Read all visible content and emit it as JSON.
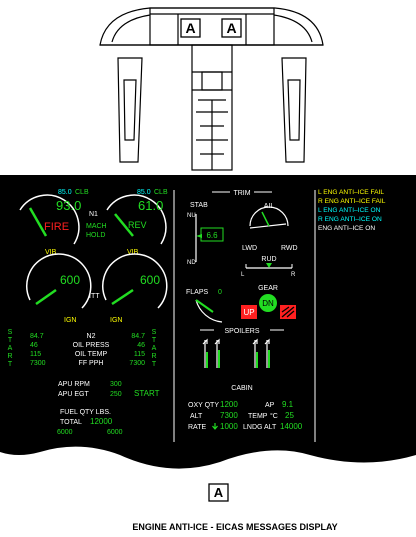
{
  "overhead": {
    "callout_left": "A",
    "callout_right": "A"
  },
  "eicas": {
    "n1": {
      "left": {
        "limit": "85.0",
        "mode": "CLB",
        "value": "93.0",
        "fire": "FIRE",
        "vib": "VIB"
      },
      "right": {
        "limit": "85.0",
        "mode": "CLB",
        "value": "61.0",
        "rev": "REV",
        "vib": "VIB"
      },
      "label": "N1",
      "mach_hold_1": "MACH",
      "mach_hold_2": "HOLD"
    },
    "itt": {
      "left": {
        "value": "600",
        "ign": "IGN"
      },
      "right": {
        "value": "600",
        "ign": "IGN"
      },
      "label": "ITT"
    },
    "start_left": [
      "S",
      "T",
      "A",
      "R",
      "T"
    ],
    "start_right": [
      "S",
      "T",
      "A",
      "R",
      "T"
    ],
    "engine_params": {
      "label_n2": "N2",
      "label_oil_press": "OIL PRESS",
      "label_oil_temp": "OIL TEMP",
      "label_ff": "FF PPH",
      "left": [
        "84.7",
        "46",
        "115",
        "7300"
      ],
      "right": [
        "84.7",
        "46",
        "115",
        "7300"
      ]
    },
    "apu": {
      "rpm_label": "APU RPM",
      "rpm_value": "300",
      "egt_label": "APU EGT",
      "egt_value": "250",
      "status": "START"
    },
    "fuel": {
      "label": "FUEL QTY LBS.",
      "total_label": "TOTAL",
      "total": "12000",
      "left": "6000",
      "right": "6000"
    },
    "trim": {
      "title": "TRIM",
      "stab": "STAB",
      "nu": "NU",
      "nd": "ND",
      "stab_value": "6.6",
      "ail": "AIL",
      "lwd": "LWD",
      "rwd": "RWD",
      "rud": "RUD",
      "l": "L",
      "r": "R"
    },
    "flaps": {
      "label": "FLAPS",
      "value": "0"
    },
    "gear": {
      "label": "GEAR",
      "state": "DN",
      "up": "UP"
    },
    "spoilers": {
      "label": "SPOILERS"
    },
    "cabin": {
      "label": "CABIN",
      "oxy_label": "OXY  QTY",
      "oxy_value": "1200",
      "ap_label": "AP",
      "ap_value": "9.1",
      "alt_label": "ALT",
      "alt_value": "7300",
      "temp_label": "TEMP",
      "temp_unit": "°C",
      "temp_value": "25",
      "rate_label": "RATE",
      "rate_value": "1000",
      "lndg_label": "LNDG  ALT",
      "lndg_value": "14000"
    },
    "messages": [
      {
        "text": "L ENG ANTI–ICE FAIL",
        "color": "#ffff00"
      },
      {
        "text": "R ENG ANTI–ICE FAIL",
        "color": "#ffff00"
      },
      {
        "text": "L ENG ANTI–ICE ON",
        "color": "#00ffff"
      },
      {
        "text": "R ENG ANTI–ICE ON",
        "color": "#00ffff"
      },
      {
        "text": "ENG ANTI–ICE ON",
        "color": "#ffffff"
      }
    ],
    "colors": {
      "green": "#22dd22",
      "cyan": "#00ffff",
      "yellow": "#ffff00",
      "red": "#ff2020",
      "white": "#ffffff",
      "background": "#000000"
    }
  },
  "footer": {
    "callout": "A",
    "caption": "ENGINE ANTI-ICE - EICAS MESSAGES DISPLAY"
  }
}
